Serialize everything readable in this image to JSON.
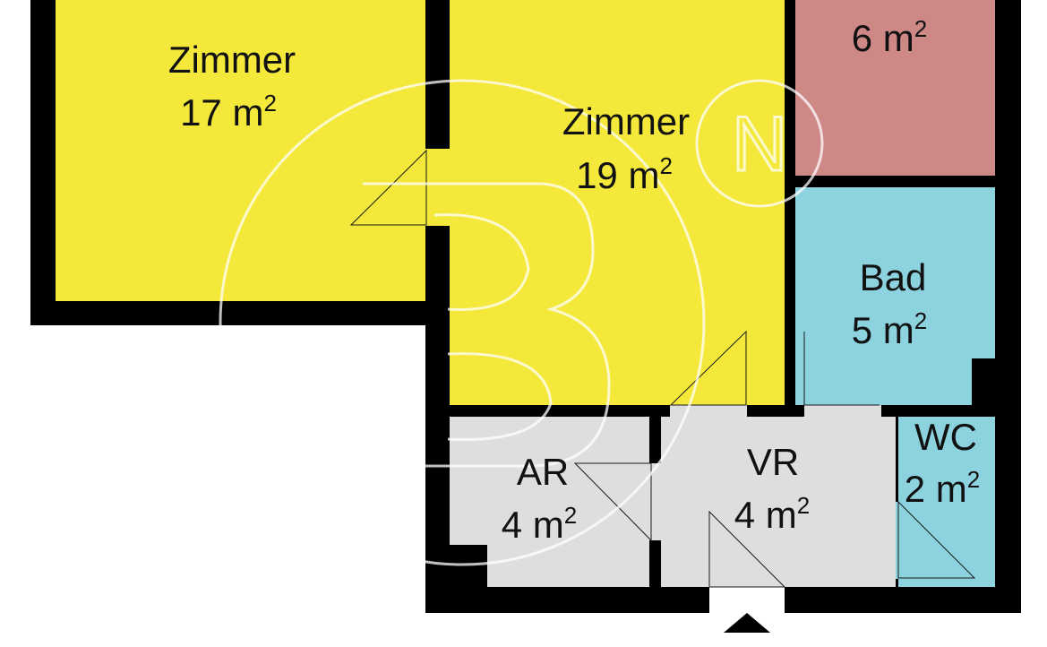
{
  "colors": {
    "wall": "#000000",
    "living": "#f4e83a",
    "kitchen": "#ce8886",
    "wet": "#8cd3df",
    "utility": "#dedede",
    "door": "#1a1a1a",
    "watermark": "#ffffff"
  },
  "rooms": {
    "zimmer_left": {
      "name": "Zimmer",
      "area": "17 m",
      "sup": "2"
    },
    "zimmer_center": {
      "name": "Zimmer",
      "area": "19 m",
      "sup": "2"
    },
    "kitchen": {
      "area": "6 m",
      "sup": "2"
    },
    "bad": {
      "name": "Bad",
      "area": "5 m",
      "sup": "2"
    },
    "ar": {
      "name": "AR",
      "area": "4 m",
      "sup": "2"
    },
    "vr": {
      "name": "VR",
      "area": "4 m",
      "sup": "2"
    },
    "wc": {
      "name": "WC",
      "area": "2 m",
      "sup": "2"
    }
  },
  "watermark": {
    "letter": "N"
  }
}
